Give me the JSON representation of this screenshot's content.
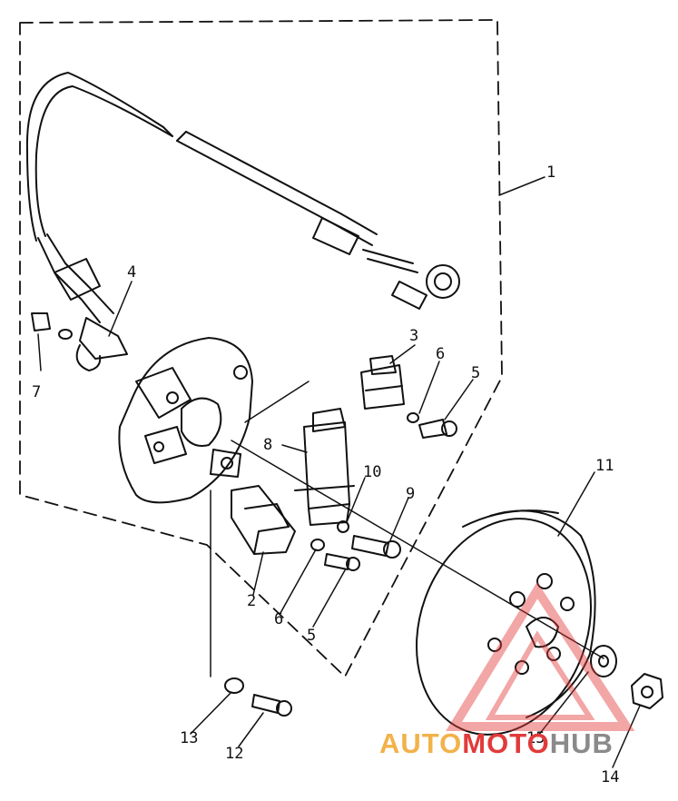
{
  "callouts": {
    "c1": "1",
    "c2": "2",
    "c3": "3",
    "c4": "4",
    "c5a": "5",
    "c5b": "5",
    "c6a": "6",
    "c6b": "6",
    "c7": "7",
    "c8": "8",
    "c9": "9",
    "c10": "10",
    "c11": "11",
    "c12": "12",
    "c13": "13",
    "c14": "14",
    "c15": "15"
  },
  "watermark": {
    "part1": "AUTO",
    "part2": "MOTO",
    "part3": "HUB",
    "colors": {
      "orange": "#f2b24a",
      "red": "#e23a3a",
      "gray": "#8a8a8a"
    }
  }
}
